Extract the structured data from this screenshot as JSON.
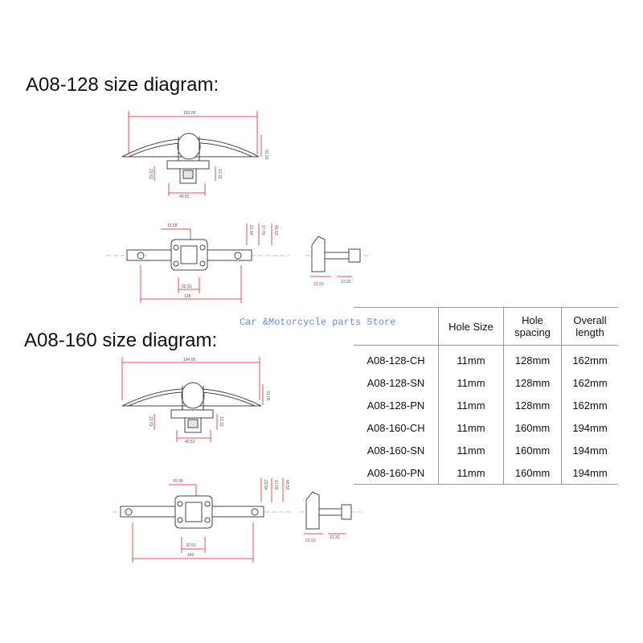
{
  "headings": {
    "diagram_128": "A08-128 size diagram:",
    "diagram_160": "A08-160 size diagram:"
  },
  "watermark": "Car &Motorcycle parts Store",
  "diagram_128": {
    "overall_length": "162.00",
    "height": "31.00",
    "base_height": "21.53",
    "base_side": "13.32",
    "base_width": "49.52",
    "flange": "15.58",
    "knob_a": "23.64",
    "knob_b": "17.00",
    "knob_c": "49.52",
    "body_width": "32.91",
    "hole_spacing": "128",
    "side_a": "21.53",
    "side_b": "13.32"
  },
  "diagram_160": {
    "overall_length": "194.00",
    "height": "31.00",
    "base_height": "21.53",
    "base_side": "13.32",
    "base_width": "49.52",
    "flange": "15.58",
    "knob_a": "23.64",
    "knob_b": "17.00",
    "knob_c": "49.52",
    "body_width": "32.91",
    "hole_spacing": "160",
    "side_a": "21.53",
    "side_b": "13.32"
  },
  "table": {
    "headers": [
      [
        "",
        ""
      ],
      [
        "Hole Size",
        ""
      ],
      [
        "Hole",
        "spacing"
      ],
      [
        "Overall",
        "length"
      ]
    ],
    "rows": [
      [
        "A08-128-CH",
        "11mm",
        "128mm",
        "162mm"
      ],
      [
        "A08-128-SN",
        "11mm",
        "128mm",
        "162mm"
      ],
      [
        "A08-128-PN",
        "11mm",
        "128mm",
        "162mm"
      ],
      [
        "A08-160-CH",
        "11mm",
        "160mm",
        "194mm"
      ],
      [
        "A08-160-SN",
        "11mm",
        "160mm",
        "194mm"
      ],
      [
        "A08-160-PN",
        "11mm",
        "160mm",
        "194mm"
      ]
    ]
  },
  "colors": {
    "dimension_line": "#e05050",
    "drawing_line": "#444444",
    "watermark": "#6a8bd8"
  }
}
